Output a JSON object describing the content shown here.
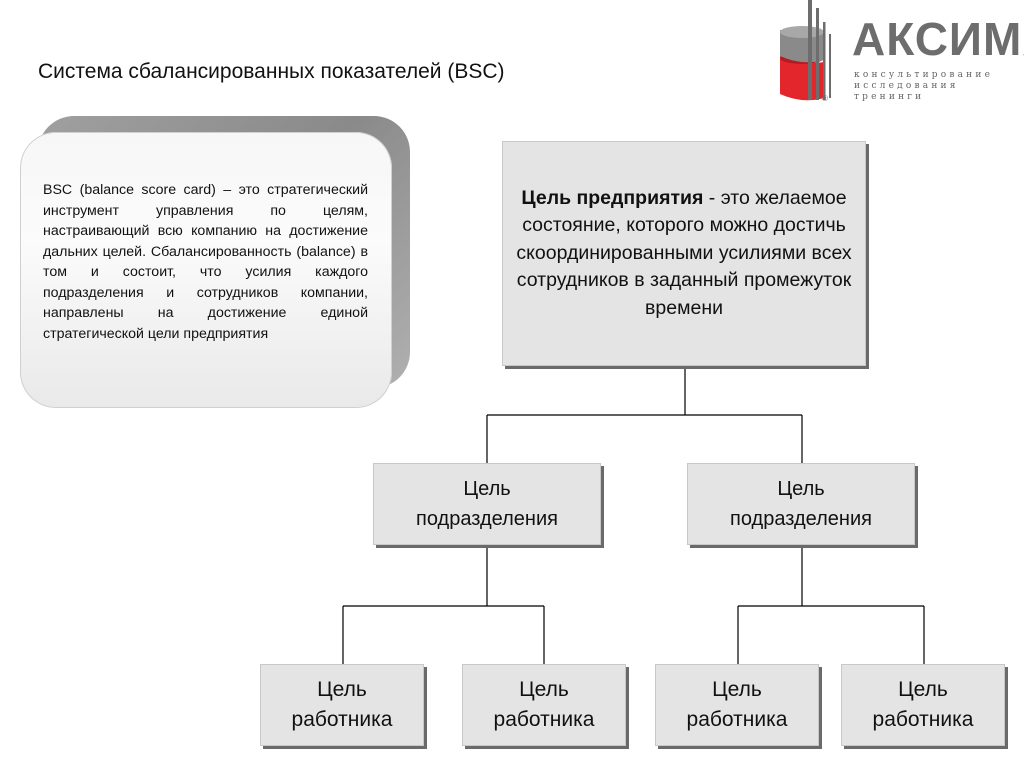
{
  "slide": {
    "title": "Система сбалансированных показателей (BSC)"
  },
  "logo": {
    "name": "АКСИМА",
    "line1": "консультирование",
    "line2": "исследования",
    "line3": "тренинги",
    "registered": "®",
    "colors": {
      "red": "#e3262b",
      "gray": "#6d6d6d"
    }
  },
  "definition": {
    "text": "BSC (balance score card) – это стратегический инструмент управления по целям, настраивающий всю компанию на достижение дальних целей. Сбалансированность (balance) в том и состоит, что усилия каждого подразделения и сотрудников компании, направлены на достижение единой стратегической цели предприятия"
  },
  "enterprise_goal": {
    "bold": "Цель предприятия",
    "rest": " - это желаемое состояние, которого можно достичь скоординированными усилиями всех сотрудников в заданный промежуток времени"
  },
  "departments": [
    {
      "label": "Цель подразделения"
    },
    {
      "label": "Цель подразделения"
    }
  ],
  "employees": [
    {
      "label": "Цель работника"
    },
    {
      "label": "Цель работника"
    },
    {
      "label": "Цель работника"
    },
    {
      "label": "Цель работника"
    }
  ]
}
